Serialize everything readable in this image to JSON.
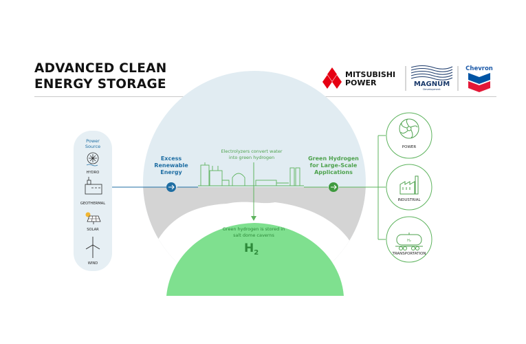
{
  "title": {
    "line1": "ADVANCED CLEAN",
    "line2": "ENERGY STORAGE"
  },
  "logos": {
    "mitsubishi": {
      "line1": "MITSUBISHI",
      "line2": "POWER"
    },
    "magnum": {
      "name": "MAGNUM",
      "sub": "Development"
    },
    "chevron": {
      "name": "Chevron"
    }
  },
  "sources": {
    "heading_line1": "Power",
    "heading_line2": "Source",
    "items": [
      {
        "label": "HYDRO",
        "icon": "hydro-turbine-icon"
      },
      {
        "label": "GEOTHERMAL",
        "icon": "geothermal-plant-icon"
      },
      {
        "label": "SOLAR",
        "icon": "solar-panel-icon"
      },
      {
        "label": "WIND",
        "icon": "wind-turbine-icon"
      }
    ]
  },
  "excess": {
    "line1": "Excess",
    "line2": "Renewable",
    "line3": "Energy"
  },
  "electrolyzers": {
    "line1": "Electrolyzers convert water",
    "line2": "into green hydrogen"
  },
  "green_h2": {
    "line1": "Green Hydrogen",
    "line2": "for Large-Scale",
    "line3": "Applications"
  },
  "storage": {
    "line1": "Green hydrogen is stored in",
    "line2": "salt dome caverns",
    "formula_main": "H",
    "formula_sub": "2"
  },
  "applications": [
    {
      "label": "POWER",
      "icon": "turbine-fan-icon"
    },
    {
      "label": "INDUSTRIAL",
      "icon": "factory-icon"
    },
    {
      "label": "TRANSPORTATION",
      "icon": "rail-tanker-icon",
      "tank_label": "H₂"
    }
  ],
  "colors": {
    "green": "#4ea24e",
    "cavern": "#7fe08f",
    "sky": "#e1ecf2",
    "ground": "#d4d4d4",
    "blue": "#1f6ea3",
    "red": "#e60012",
    "navy": "#1b3a6b"
  }
}
